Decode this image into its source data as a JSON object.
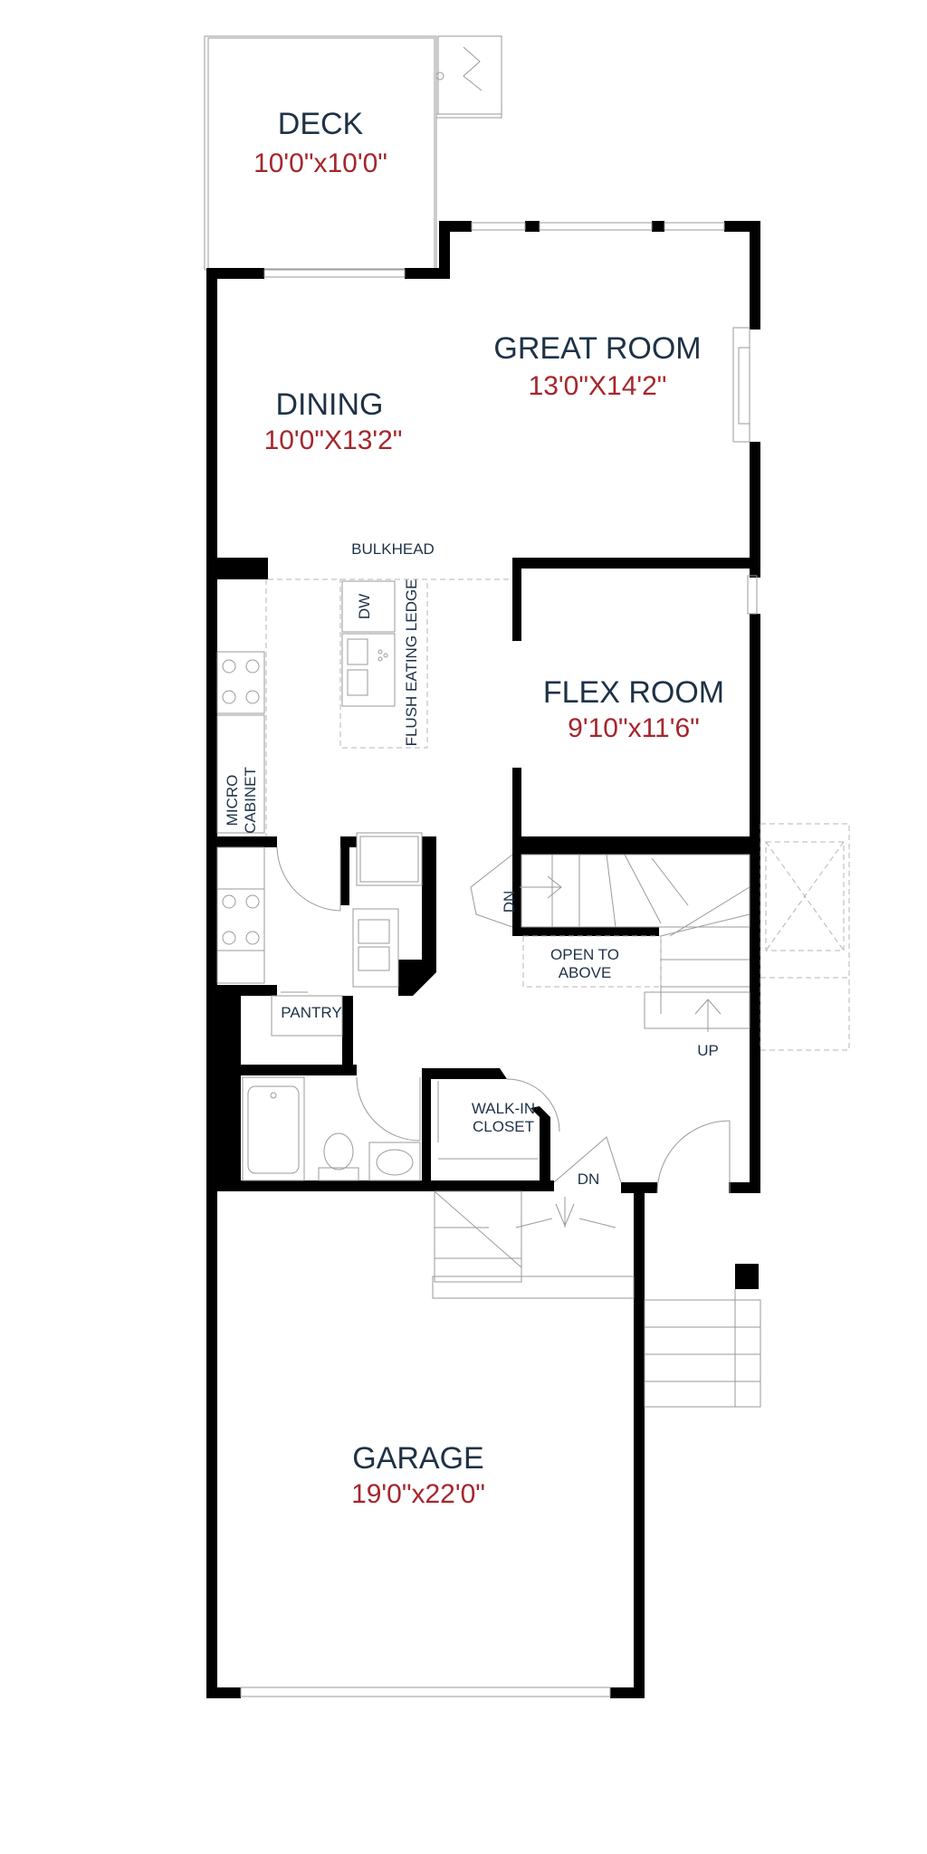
{
  "colors": {
    "wall": "#000000",
    "room_name": "#1e3246",
    "room_dimension": "#a5262c",
    "fixture_line": "#9a9a9a"
  },
  "rooms": {
    "deck": {
      "name": "DECK",
      "dim": "10'0\"x10'0\""
    },
    "great_room": {
      "name": "GREAT ROOM",
      "dim": "13'0\"X14'2\""
    },
    "dining": {
      "name": "DINING",
      "dim": "10'0\"X13'2\""
    },
    "flex_room": {
      "name": "FLEX ROOM",
      "dim": "9'10\"x11'6\""
    },
    "garage": {
      "name": "GARAGE",
      "dim": "19'0\"x22'0\""
    }
  },
  "labels": {
    "bulkhead": "BULKHEAD",
    "dw": "DW",
    "flush_ledge": "FLUSH EATING LEDGE",
    "micro": "MICRO",
    "cabinet": "CABINET",
    "pantry": "PANTRY",
    "open_to": "OPEN TO",
    "above": "ABOVE",
    "walkin": "WALK-IN",
    "closet": "CLOSET",
    "dn_stair": "DN",
    "dn_garage": "DN",
    "up": "UP"
  }
}
